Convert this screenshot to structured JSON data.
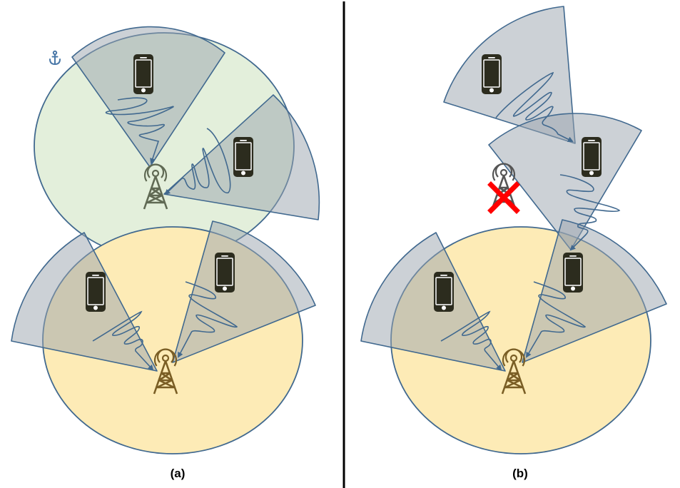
{
  "panels": [
    {
      "id": "a",
      "caption": "(a)"
    },
    {
      "id": "b",
      "caption": "(b)"
    }
  ],
  "colors": {
    "upper_cell_fill": "#e3efdb",
    "lower_cell_fill": "#fdebb6",
    "cell_stroke": "#41698f",
    "beam_fill": "#9aa3ad",
    "wave_stroke": "#41698f",
    "phone_dark": "#2c2c1e",
    "tower_upper": "#606a54",
    "tower_lower": "#7a5e25",
    "tower_failed": "#555555",
    "failure_mark": "#ff0000",
    "anchor": "#4a78a8",
    "divider": "#000000"
  },
  "icons": {
    "anchor": "anchor-icon",
    "tower": "cell-tower-icon",
    "phone": "smartphone-icon",
    "failure": "x-mark-icon"
  },
  "states": {
    "panel_a_upper_tower": "active",
    "panel_b_upper_tower": "failed"
  }
}
